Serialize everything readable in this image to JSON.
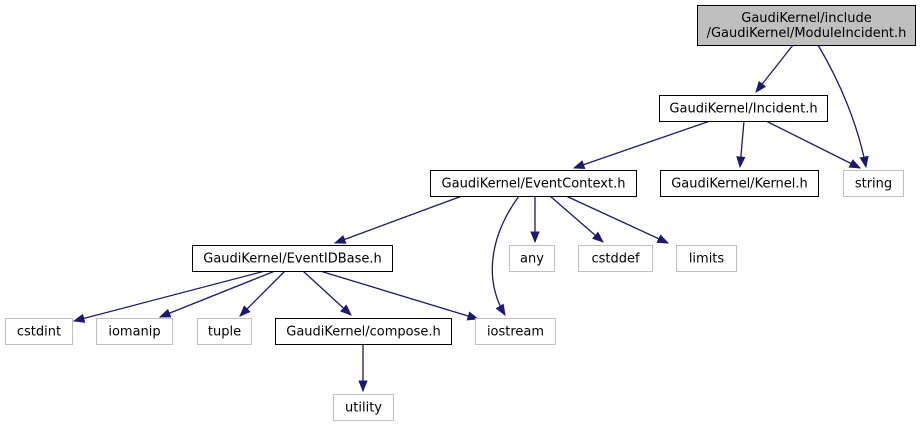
{
  "colors": {
    "root_fill": "#bfbfbf",
    "root_stroke": "#000000",
    "internal_fill": "#ffffff",
    "internal_stroke": "#000000",
    "external_fill": "#ffffff",
    "external_stroke": "#bfbfbf",
    "edge": "#191970"
  },
  "nodes": {
    "module_incident": {
      "lines": [
        "GaudiKernel/include",
        "/GaudiKernel/ModuleIncident.h"
      ],
      "kind": "root"
    },
    "incident": {
      "lines": [
        "GaudiKernel/Incident.h"
      ],
      "kind": "internal"
    },
    "string": {
      "lines": [
        "string"
      ],
      "kind": "external"
    },
    "event_context": {
      "lines": [
        "GaudiKernel/EventContext.h"
      ],
      "kind": "internal"
    },
    "kernel": {
      "lines": [
        "GaudiKernel/Kernel.h"
      ],
      "kind": "internal"
    },
    "event_id_base": {
      "lines": [
        "GaudiKernel/EventIDBase.h"
      ],
      "kind": "internal"
    },
    "any": {
      "lines": [
        "any"
      ],
      "kind": "external"
    },
    "cstddef": {
      "lines": [
        "cstddef"
      ],
      "kind": "external"
    },
    "limits": {
      "lines": [
        "limits"
      ],
      "kind": "external"
    },
    "cstdint": {
      "lines": [
        "cstdint"
      ],
      "kind": "external"
    },
    "iomanip": {
      "lines": [
        "iomanip"
      ],
      "kind": "external"
    },
    "tuple": {
      "lines": [
        "tuple"
      ],
      "kind": "external"
    },
    "compose": {
      "lines": [
        "GaudiKernel/compose.h"
      ],
      "kind": "internal"
    },
    "iostream": {
      "lines": [
        "iostream"
      ],
      "kind": "external"
    },
    "utility": {
      "lines": [
        "utility"
      ],
      "kind": "external"
    }
  },
  "edges": [
    [
      "module_incident",
      "incident"
    ],
    [
      "module_incident",
      "string"
    ],
    [
      "incident",
      "event_context"
    ],
    [
      "incident",
      "kernel"
    ],
    [
      "incident",
      "string"
    ],
    [
      "event_context",
      "event_id_base"
    ],
    [
      "event_context",
      "iostream"
    ],
    [
      "event_context",
      "any"
    ],
    [
      "event_context",
      "cstddef"
    ],
    [
      "event_context",
      "limits"
    ],
    [
      "event_id_base",
      "cstdint"
    ],
    [
      "event_id_base",
      "iomanip"
    ],
    [
      "event_id_base",
      "tuple"
    ],
    [
      "event_id_base",
      "compose"
    ],
    [
      "event_id_base",
      "iostream"
    ],
    [
      "compose",
      "utility"
    ]
  ]
}
